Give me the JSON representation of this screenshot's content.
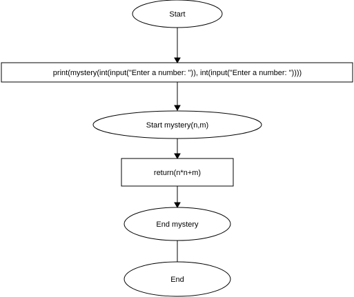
{
  "flowchart": {
    "nodes": [
      {
        "id": "start",
        "shape": "ellipse",
        "label": "Start"
      },
      {
        "id": "print_call",
        "shape": "rectangle",
        "label": "print(mystery(int(input(\"Enter a number: \")), int(input(\"Enter a number: \"))))"
      },
      {
        "id": "start_mystery",
        "shape": "ellipse",
        "label": "Start mystery(n,m)"
      },
      {
        "id": "return_stmt",
        "shape": "rectangle",
        "label": "return(n*n+m)"
      },
      {
        "id": "end_mystery",
        "shape": "ellipse",
        "label": "End mystery"
      },
      {
        "id": "end",
        "shape": "ellipse",
        "label": "End"
      }
    ],
    "edges": [
      {
        "from": "start",
        "to": "print_call",
        "arrow": true
      },
      {
        "from": "print_call",
        "to": "start_mystery",
        "arrow": true
      },
      {
        "from": "start_mystery",
        "to": "return_stmt",
        "arrow": true
      },
      {
        "from": "return_stmt",
        "to": "end_mystery",
        "arrow": true
      },
      {
        "from": "end_mystery",
        "to": "end",
        "arrow": false
      }
    ]
  }
}
